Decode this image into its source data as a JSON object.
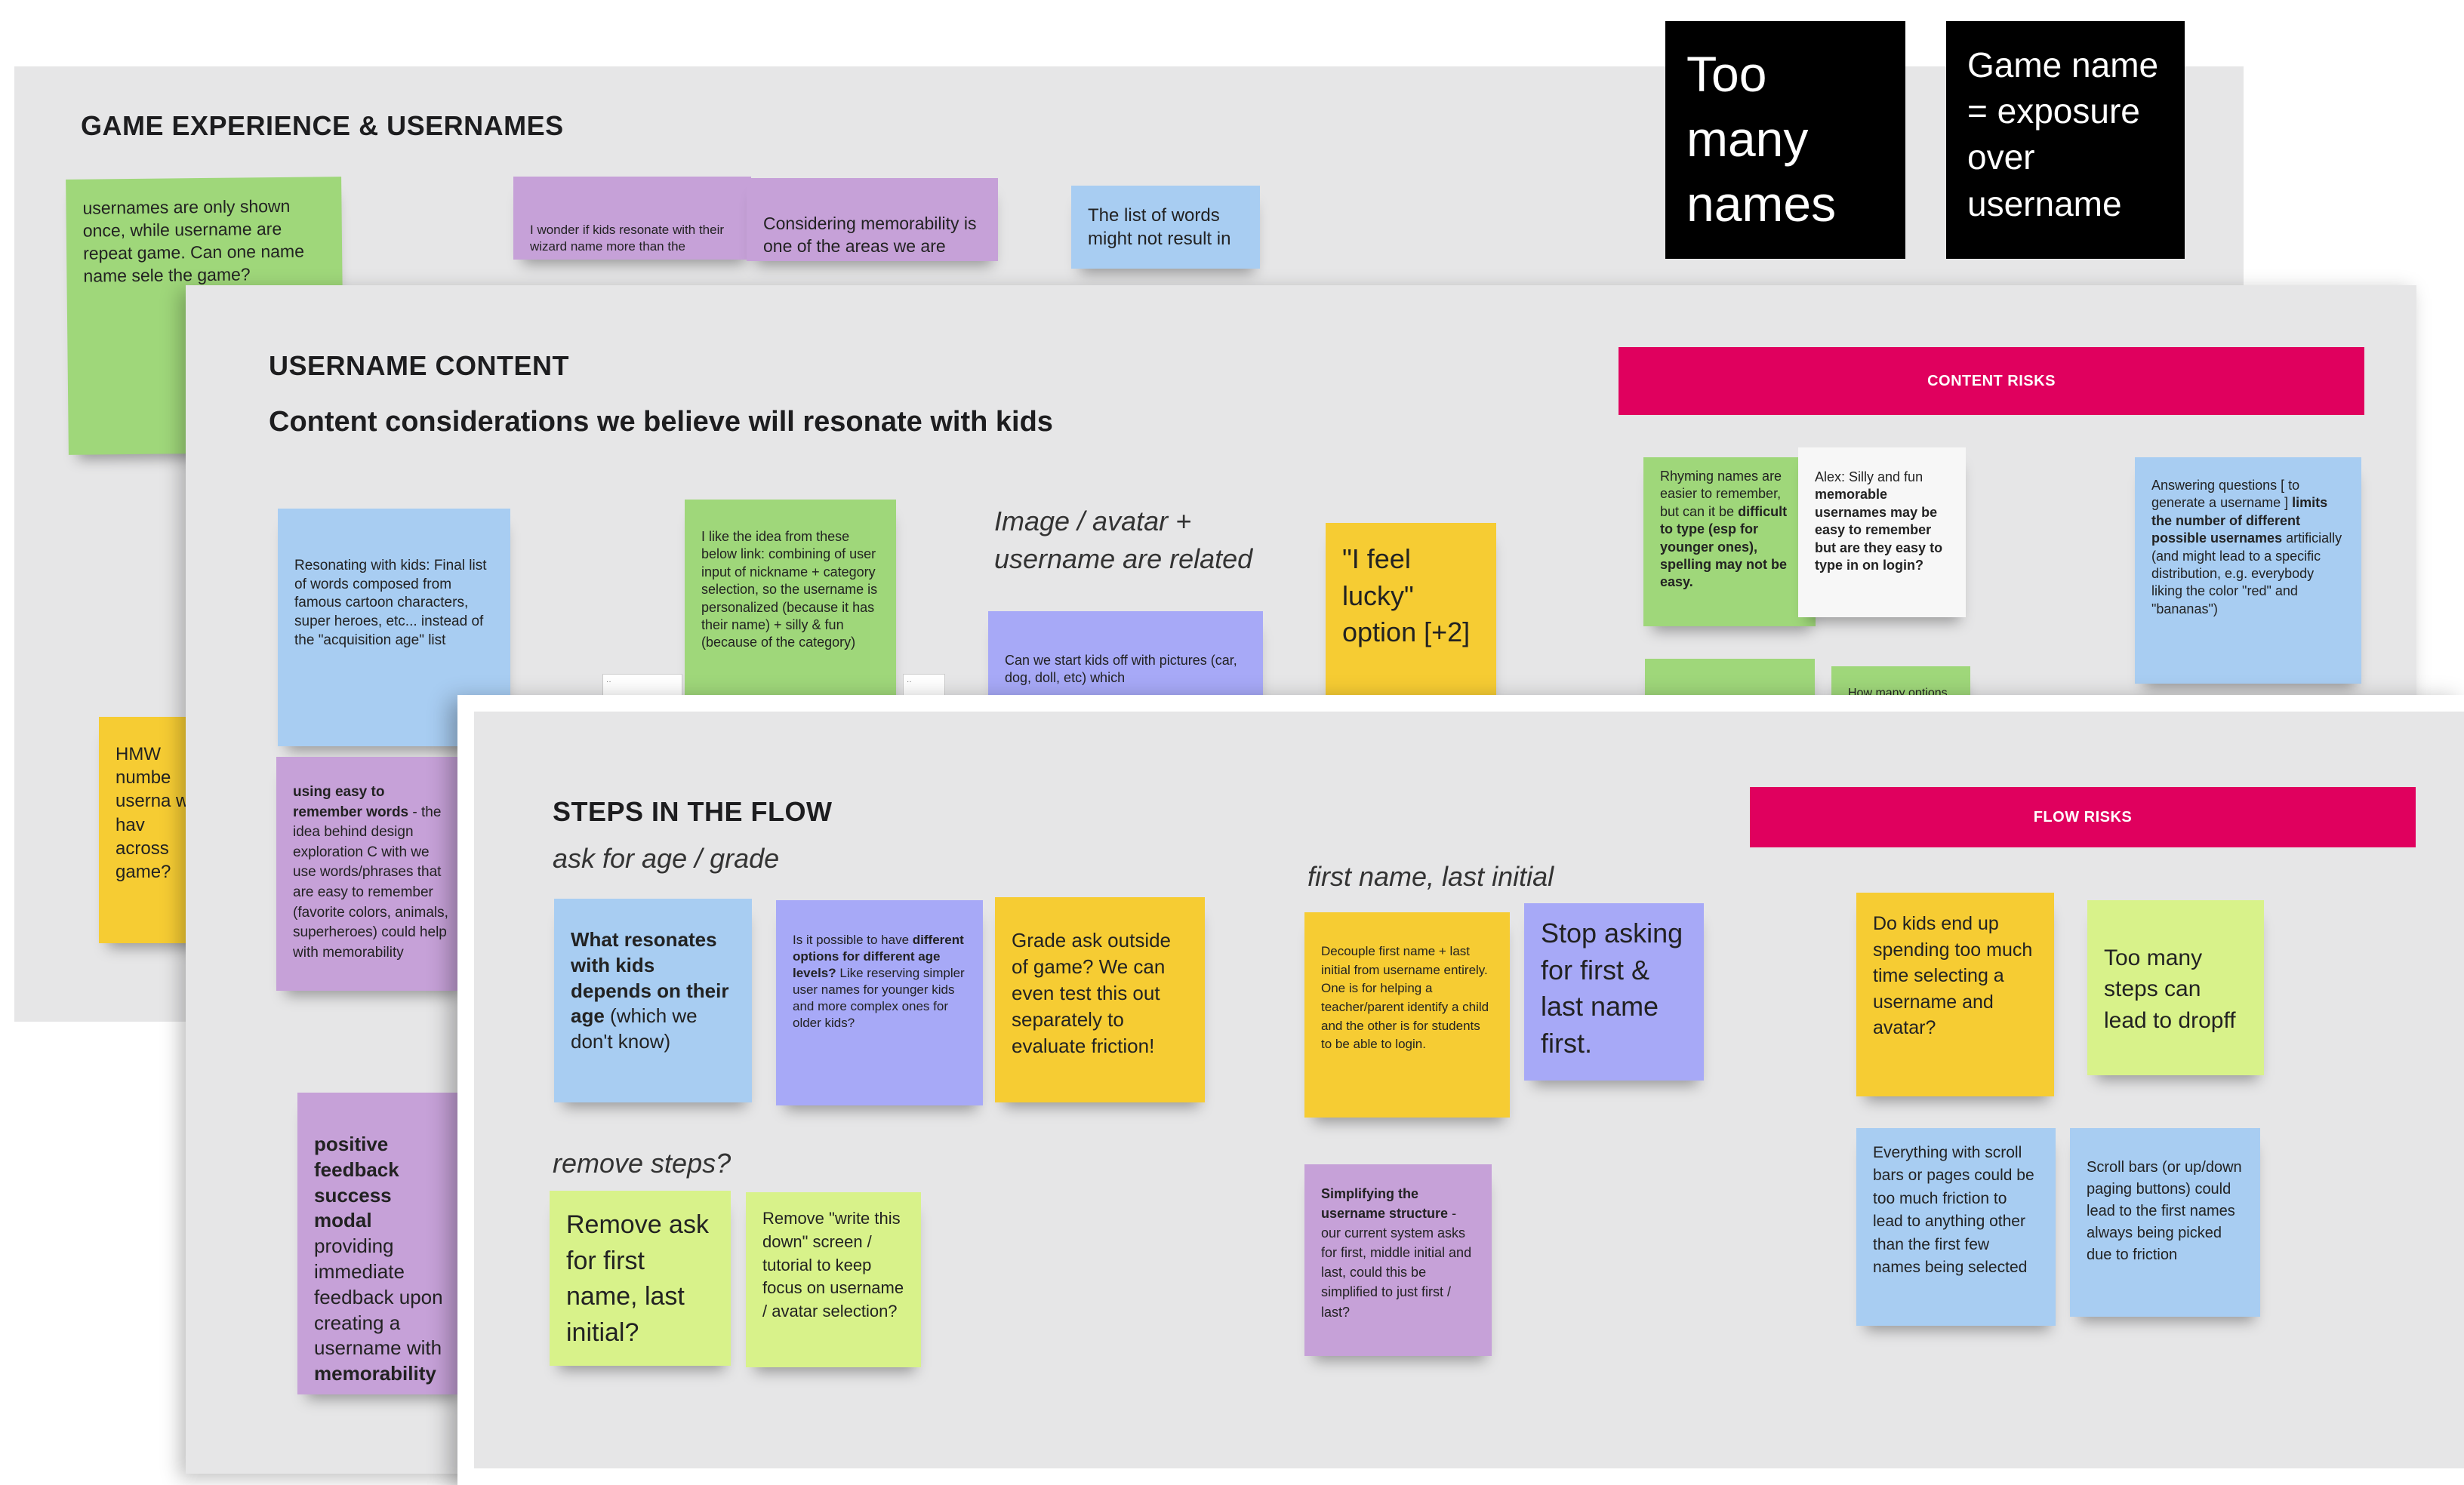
{
  "black_notes": {
    "too_many": "Too many names",
    "game_name": "Game name = exposure over username"
  },
  "panel1": {
    "title": "GAME EXPERIENCE & USERNAMES",
    "notes": {
      "green": "usernames are only shown once, while username are repeat game. Can one name name sele the game?",
      "purple1": "I wonder if kids resonate with their wizard name more than the",
      "purple2": "Considering memorability is one of the areas we are",
      "blue": "The list of words might not result in",
      "yellow": "HMW numbe userna we hav across game?"
    }
  },
  "panel2": {
    "title": "USERNAME CONTENT",
    "subtitle": "Content considerations we believe will resonate with kids",
    "label_image": "Image / avatar + username are related",
    "content_risks": "CONTENT RISKS",
    "notes": {
      "blue_resonating": "Resonating with kids: Final list of words composed from famous cartoon characters, super heroes, etc... instead of the \"acquisition age\" list",
      "green_idea": "I like the idea from these below link: combining of user input of nickname + category selection, so the username is personalized (because it has their name) + silly & fun (because of the category)",
      "violet_start": "Can we start kids off with pictures (car, dog, doll, etc) which",
      "yellow_lucky": "\"I feel lucky\" option [+2]",
      "purple_easy_b": "using easy to remember words",
      "purple_easy": " - the idea behind design exploration C with we use words/phrases that are easy to remember (favorite colors, animals, superheroes) could help with memorability",
      "purple_positive_b": "positive feedback success modal",
      "purple_positive": " providing immediate feedback upon creating a username with ",
      "purple_positive_b2": "memorability awareness",
      "green_rhyme_1": "Rhyming names are easier to remember, but can it be ",
      "green_rhyme_b1": "difficult to type (esp for younger ones), spelling may not be easy.",
      "white_alex": "Alex: Silly and fun ",
      "white_alex_b": "memorable usernames may be easy to remember but are they easy to type in on login?",
      "blue_answer_1": "Answering questions [ to generate a username ] ",
      "blue_answer_b": "limits the number of different possible usernames",
      "blue_answer_2": " artificially (and might lead to a specific distribution, e.g. everybody liking the color \"red\" and \"bananas\")",
      "green_small": "How many options"
    }
  },
  "panel3": {
    "title": "STEPS IN THE FLOW",
    "label_age": "ask for age / grade",
    "label_remove": "remove steps?",
    "label_first": "first name, last initial",
    "flow_risks": "FLOW RISKS",
    "notes": {
      "blue_resonates_b": "What resonates with kids depends on their age",
      "blue_resonates": " (which we don't know)",
      "violet_options_1": "Is it possible to have ",
      "violet_options_b": "different options for different age levels?",
      "violet_options_2": " Like reserving simpler user names for younger kids and more complex ones for older kids?",
      "yellow_grade": "Grade ask outside of game? We can even test this out separately to evaluate friction!",
      "lime_remove": "Remove ask for first name, last initial?",
      "lime_write": "Remove \"write this down\" screen / tutorial to keep focus on username / avatar selection?",
      "yellow_decouple": "Decouple first name + last initial from username entirely. One is for helping a teacher/parent identify a child and the other is for students to be able to login.",
      "violet_stop": "Stop asking for first & last name first.",
      "purple_simplify_b": "Simplifying the username structure",
      "purple_simplify": " - our current system asks for first, middle initial and last, could this be simplified to just first / last?",
      "yellow_time": "Do kids end up spending too much time selecting a username and avatar?",
      "lime_steps": "Too many steps can lead to dropff",
      "blue_scroll1": "Everything with scroll bars or pages could be too much friction to lead to anything other than the first few names being selected",
      "blue_scroll2": "Scroll bars (or up/down paging buttons) could lead to the first names always being picked due to friction"
    }
  }
}
